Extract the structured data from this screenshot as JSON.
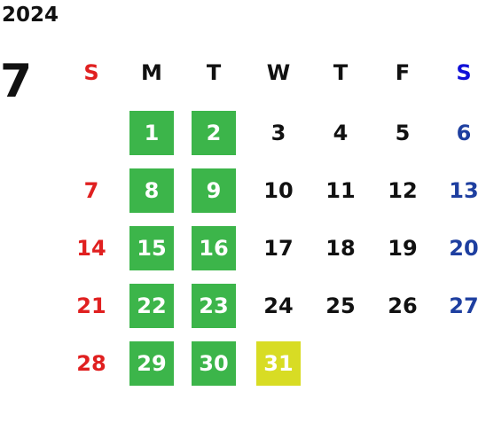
{
  "calendar": {
    "year": "2024",
    "month": "7",
    "weekdays": [
      "S",
      "M",
      "T",
      "W",
      "T",
      "F",
      "S"
    ],
    "colors": {
      "sunday": "#e02020",
      "saturday": "#1e3fa0",
      "saturday_header": "#1010d8",
      "weekday": "#111111",
      "highlight_green": "#3cb54a",
      "highlight_yellow": "#d8dc24"
    },
    "weeks": [
      [
        null,
        {
          "d": "1",
          "hl": "green"
        },
        {
          "d": "2",
          "hl": "green"
        },
        {
          "d": "3"
        },
        {
          "d": "4"
        },
        {
          "d": "5"
        },
        {
          "d": "6"
        }
      ],
      [
        {
          "d": "7"
        },
        {
          "d": "8",
          "hl": "green"
        },
        {
          "d": "9",
          "hl": "green"
        },
        {
          "d": "10"
        },
        {
          "d": "11"
        },
        {
          "d": "12"
        },
        {
          "d": "13"
        }
      ],
      [
        {
          "d": "14"
        },
        {
          "d": "15",
          "hl": "green"
        },
        {
          "d": "16",
          "hl": "green"
        },
        {
          "d": "17"
        },
        {
          "d": "18"
        },
        {
          "d": "19"
        },
        {
          "d": "20"
        }
      ],
      [
        {
          "d": "21"
        },
        {
          "d": "22",
          "hl": "green"
        },
        {
          "d": "23",
          "hl": "green"
        },
        {
          "d": "24"
        },
        {
          "d": "25"
        },
        {
          "d": "26"
        },
        {
          "d": "27"
        }
      ],
      [
        {
          "d": "28"
        },
        {
          "d": "29",
          "hl": "green"
        },
        {
          "d": "30",
          "hl": "green"
        },
        {
          "d": "31",
          "hl": "yellow"
        },
        null,
        null,
        null
      ]
    ]
  }
}
